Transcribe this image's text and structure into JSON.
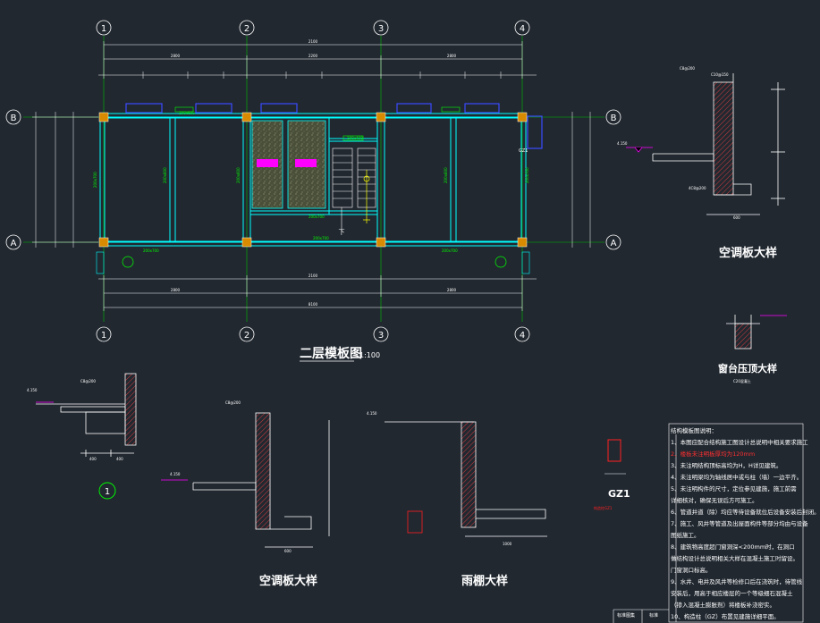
{
  "plan": {
    "title": "二层模板图",
    "scale": "1:100",
    "axes_x": [
      "1",
      "2",
      "3",
      "4"
    ],
    "axes_y": [
      "B",
      "A"
    ],
    "stair_mark": "下",
    "room_tags": [
      "",
      ""
    ],
    "column_mark": "GZ1"
  },
  "details": {
    "ac_board_right": "空调板大样",
    "ac_board_bottom": "空调板大样",
    "canopy": "雨棚大样",
    "parapet": "窗台压顶大样",
    "detail_one": "1",
    "gz1": "GZ1",
    "elev_bottom_left": "4.150",
    "elev_canopy": "4.150",
    "dim_600": "600",
    "dim_1000": "1000",
    "dim_400": "400",
    "dim_400_detail": "400",
    "gz1_label": "GZ1"
  },
  "notes": {
    "header": "结构模板图说明：",
    "items": [
      "1、本图应配合结构施工图设计总说明中相关要求施工",
      "2、楼板未注明板厚均为120mm",
      "3、未注明结构顶标高均为H，H详见建筑。",
      "4、未注明梁均为轴线居中或与柱（墙）一边平齐。",
      "5、未注明构件的尺寸，定位参见建施，施工前需",
      "   详细核对，确保无误后方可施工。",
      "6、管道井道（除）均应等待设备就位后设备安装后封闭。",
      "7、施工、风井等管道及出屋面构件等部分均由与设备",
      "   图纸施工。",
      "8、建筑物高度超门窗洞深<200mm时，在洞口",
      "   做结构设计总说明相关大样在混凝土施工时留设。",
      "   门窗洞口标高。",
      "9、水井、电井及风井等检修口后在浇筑时，待管线",
      "   安装后，用高于相应楼层的一个等级细石混凝土",
      "   （掺入混凝土膨胀剂）将楼板补浇密实。",
      "10、构造柱（GZ）布置见建施详细平面。"
    ],
    "footer_left": "标准图集",
    "footer_mid": "标准"
  },
  "colors": {
    "background": "#212830",
    "cyan": "#00ffff",
    "yellow": "#ffff00",
    "green": "#00ff00",
    "blue": "#3b4bff",
    "magenta": "#ff00ff",
    "red": "#ff2020",
    "white": "#ffffff",
    "orange": "#d88a00"
  }
}
